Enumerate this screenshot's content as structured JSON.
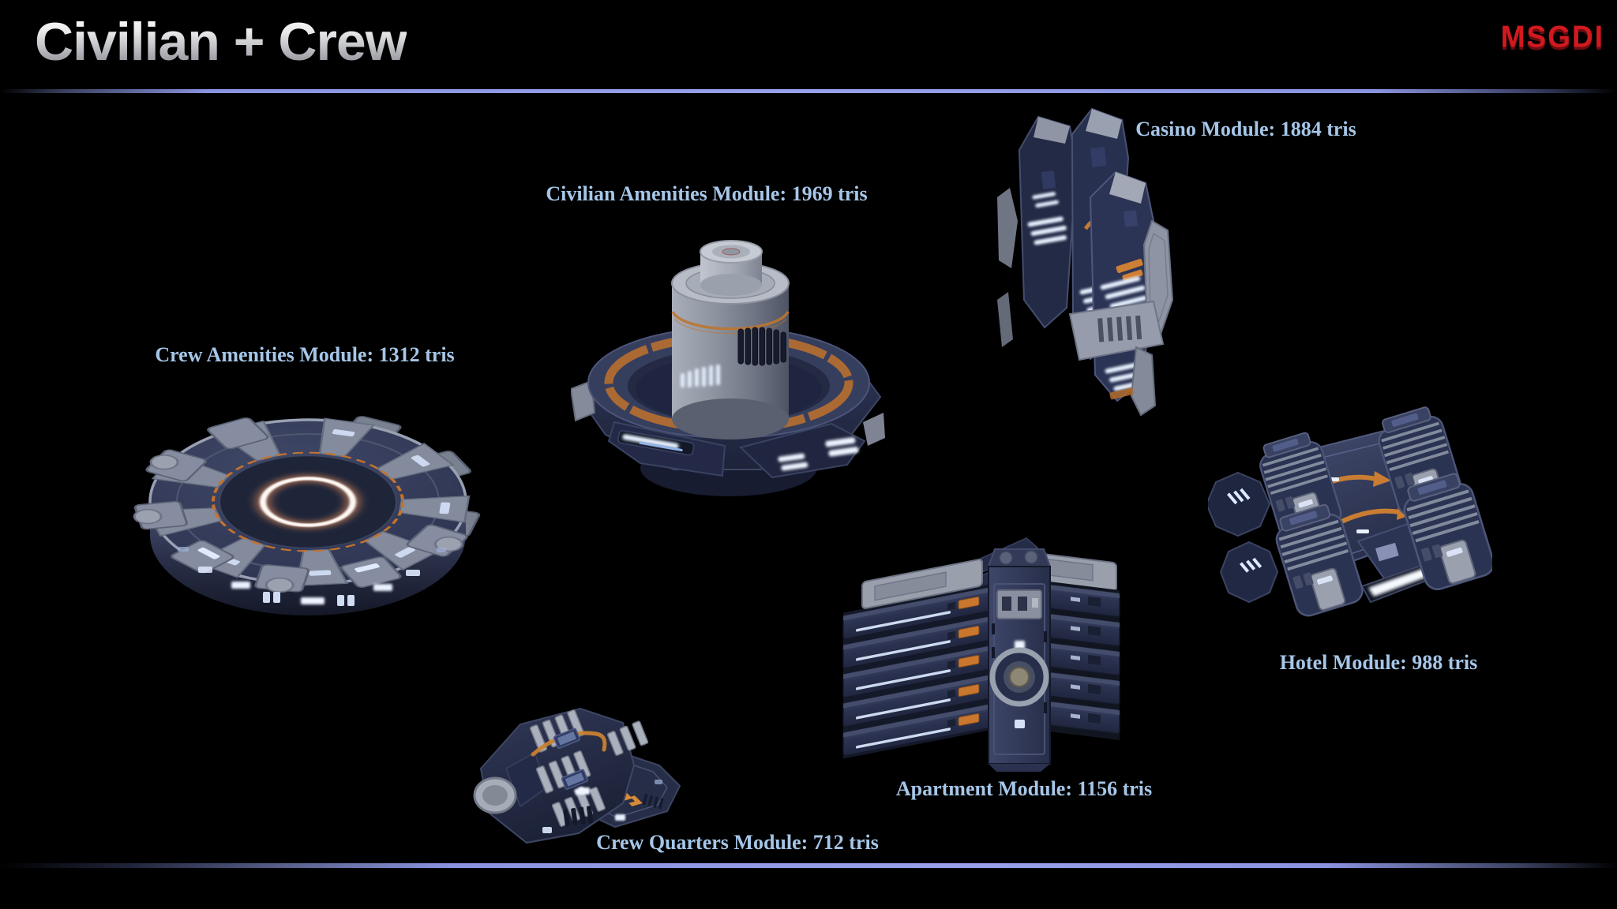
{
  "header": {
    "title": "Civilian + Crew",
    "logo": "MSGDI"
  },
  "modules": [
    {
      "id": "crew-amenities",
      "name": "Crew Amenities Module",
      "tris": 1312,
      "label": "Crew Amenities Module: 1312 tris"
    },
    {
      "id": "civilian-amenities",
      "name": "Civilian Amenities Module",
      "tris": 1969,
      "label": "Civilian Amenities Module: 1969 tris"
    },
    {
      "id": "casino",
      "name": "Casino Module",
      "tris": 1884,
      "label": "Casino Module: 1884 tris"
    },
    {
      "id": "hotel",
      "name": "Hotel Module",
      "tris": 988,
      "label": "Hotel Module: 988 tris"
    },
    {
      "id": "apartment",
      "name": "Apartment Module",
      "tris": 1156,
      "label": "Apartment Module: 1156 tris"
    },
    {
      "id": "crew-quarters",
      "name": "Crew Quarters Module",
      "tris": 712,
      "label": "Crew Quarters Module: 712 tris"
    }
  ],
  "colors": {
    "background": "#000000",
    "divider_blue": "#8b94e0",
    "label_blue": "#a6c6e8",
    "title_gray_top": "#ffffff",
    "title_gray_bottom": "#7d7f84",
    "logo_red": "#d2191f",
    "hull_navy": "#2b3252",
    "hull_deep": "#1b2136",
    "metal_gray": "#959ba8",
    "accent_orange": "#c9782f",
    "light_white": "#e8f1ff"
  }
}
